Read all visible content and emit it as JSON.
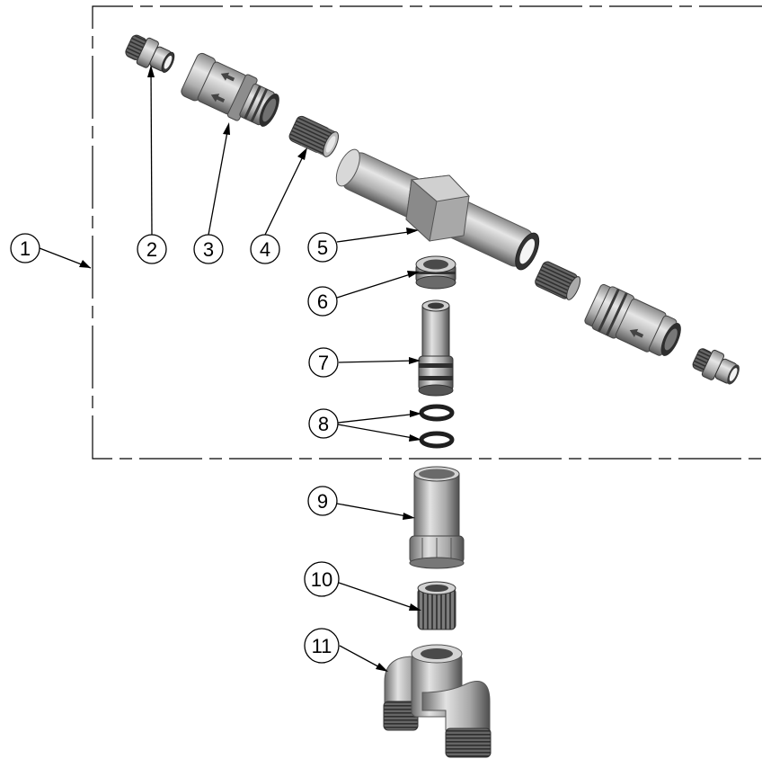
{
  "diagram": {
    "callouts": [
      {
        "id": "1",
        "label": "1"
      },
      {
        "id": "2",
        "label": "2"
      },
      {
        "id": "3",
        "label": "3"
      },
      {
        "id": "4",
        "label": "4"
      },
      {
        "id": "5",
        "label": "5"
      },
      {
        "id": "6",
        "label": "6"
      },
      {
        "id": "7",
        "label": "7"
      },
      {
        "id": "8",
        "label": "8"
      },
      {
        "id": "9",
        "label": "9"
      },
      {
        "id": "10",
        "label": "10"
      },
      {
        "id": "11",
        "label": "11"
      }
    ],
    "colors": {
      "line": "#000000",
      "part_light": "#d9d9d9",
      "part_mid": "#9a9a9a",
      "part_dark": "#555555",
      "part_darkest": "#2e2e2e"
    }
  }
}
